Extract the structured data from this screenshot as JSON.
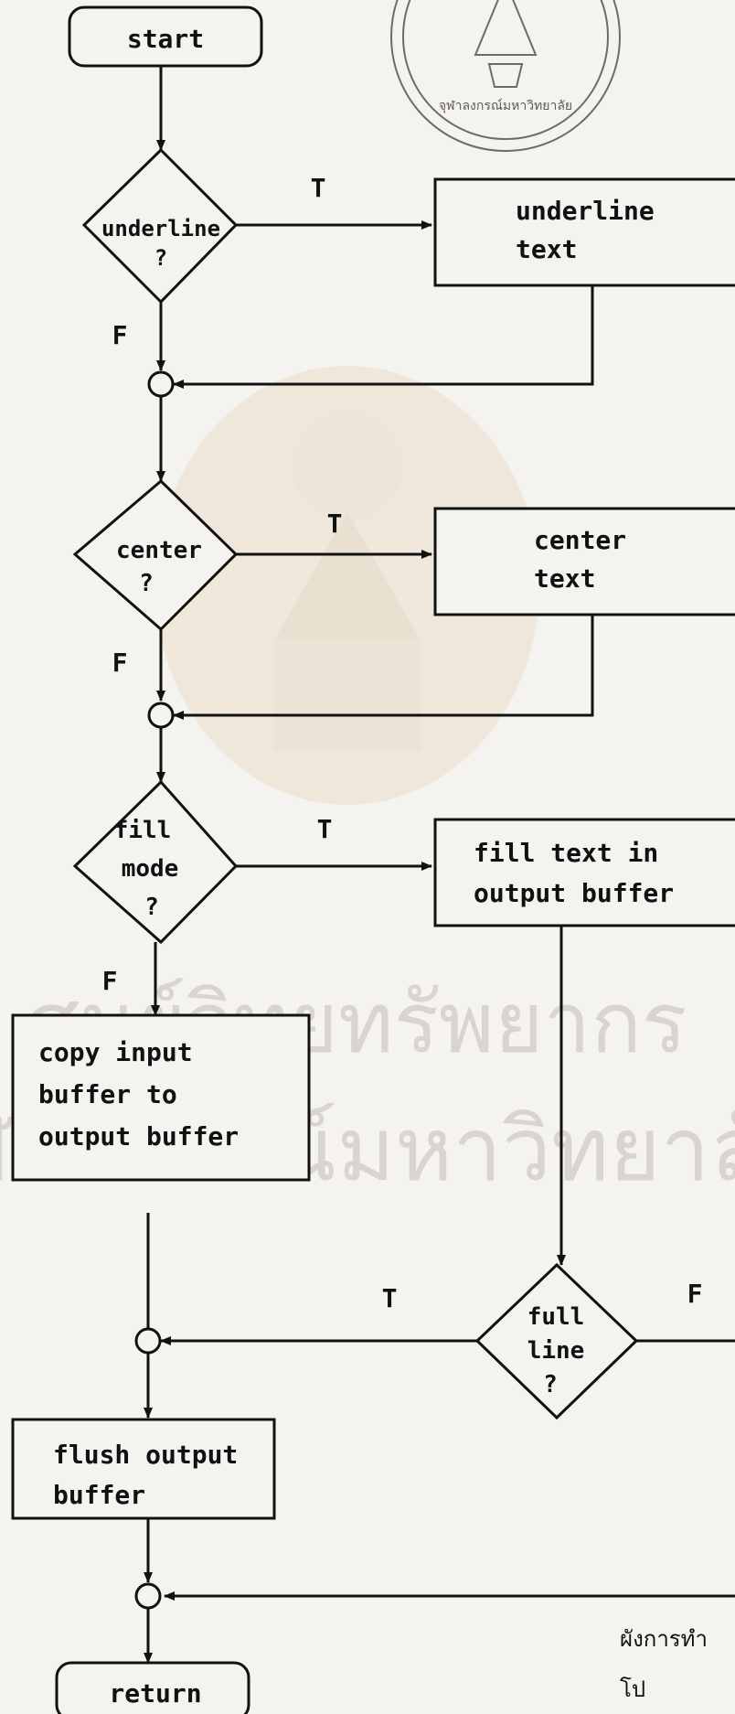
{
  "flowchart": {
    "start": "start",
    "underline_decision": [
      "underline",
      "?"
    ],
    "underline_action": [
      "underline",
      "text"
    ],
    "center_decision": [
      "center",
      "?"
    ],
    "center_action": [
      "center",
      "text"
    ],
    "fill_decision": [
      "fill",
      "mode",
      "?"
    ],
    "fill_action": [
      "fill text in",
      "output buffer"
    ],
    "copy_action": [
      "copy input",
      "buffer to",
      "output buffer"
    ],
    "fullline_decision": [
      "full",
      "line",
      "?"
    ],
    "flush_action": [
      "flush output",
      "buffer"
    ],
    "return": "return",
    "labels": {
      "true": "T",
      "false": "F"
    }
  },
  "caption": [
    "ผังการทำ",
    "โป"
  ],
  "watermark": {
    "seal_text": "จุฬาลงกรณ์มหาวิทยาลัย",
    "line1": "ศูนย์วิทยทรัพยากร",
    "line2": "จุฬาลงกรณ์มหาวิทยาลัย"
  },
  "colors": {
    "ink": "#111111",
    "paper": "#f4f3ef",
    "watermark": "#d9d4d0"
  }
}
